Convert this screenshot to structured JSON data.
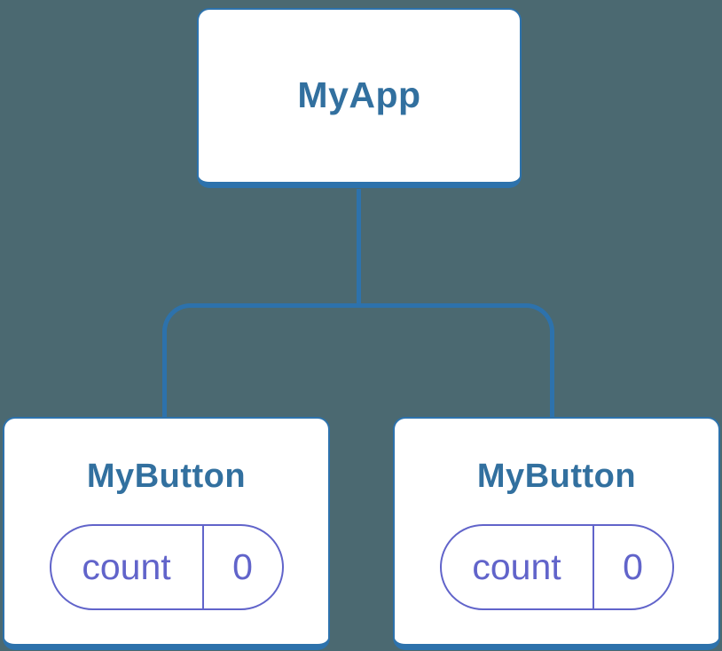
{
  "colors": {
    "bg": "#4b6971",
    "line": "#2d72ac",
    "title": "#32709f",
    "purple": "#6164ca",
    "card-bg": "#ffffff"
  },
  "diagram": {
    "description": "React component tree with independent state",
    "root": {
      "label": "MyApp"
    },
    "children": [
      {
        "label": "MyButton",
        "state": {
          "name": "count",
          "value": "0"
        }
      },
      {
        "label": "MyButton",
        "state": {
          "name": "count",
          "value": "0"
        }
      }
    ]
  }
}
